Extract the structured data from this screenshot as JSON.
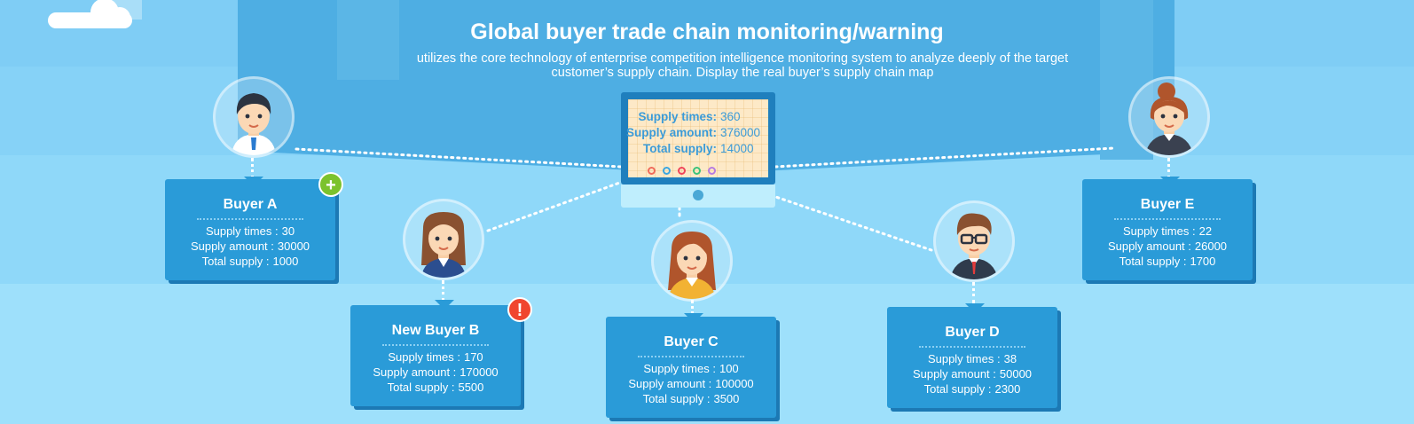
{
  "header": {
    "title": "Global buyer trade chain monitoring/warning",
    "subtitle_line1": "utilizes the core technology of enterprise competition intelligence monitoring system to analyze deeply of the target",
    "subtitle_line2": "customer’s supply chain. Display the real buyer’s supply chain map"
  },
  "monitor": {
    "rows": [
      {
        "label": "Supply times:",
        "value": "360"
      },
      {
        "label": "Supply amount:",
        "value": "376000"
      },
      {
        "label": "Total supply:",
        "value": "14000"
      }
    ],
    "dot_colors": [
      "#f06b5a",
      "#3aa6e0",
      "#f0465a",
      "#3cc37a",
      "#b77ce0"
    ]
  },
  "buyers": [
    {
      "name": "Buyer A",
      "supply_times_label": "Supply times :",
      "supply_times": "30",
      "supply_amount_label": "Supply amount :",
      "supply_amount": "30000",
      "total_supply_label": "Total supply :",
      "total_supply": "1000",
      "badge": "+"
    },
    {
      "name": "New Buyer B",
      "supply_times_label": "Supply times :",
      "supply_times": "170",
      "supply_amount_label": "Supply amount :",
      "supply_amount": "170000",
      "total_supply_label": "Total supply :",
      "total_supply": "5500",
      "badge": "!"
    },
    {
      "name": "Buyer C",
      "supply_times_label": "Supply times :",
      "supply_times": "100",
      "supply_amount_label": "Supply amount :",
      "supply_amount": "100000",
      "total_supply_label": "Total supply :",
      "total_supply": "3500"
    },
    {
      "name": "Buyer D",
      "supply_times_label": "Supply times :",
      "supply_times": "38",
      "supply_amount_label": "Supply amount :",
      "supply_amount": "50000",
      "total_supply_label": "Total supply :",
      "total_supply": "2300"
    },
    {
      "name": "Buyer E",
      "supply_times_label": "Supply times :",
      "supply_times": "22",
      "supply_amount_label": "Supply amount :",
      "supply_amount": "26000",
      "total_supply_label": "Total supply :",
      "total_supply": "1700"
    }
  ],
  "colors": {
    "card": "#2a9bd8",
    "badge_plus": "#7cc22d",
    "badge_alert": "#f0452f",
    "monitor_text": "#3b9bd8"
  }
}
